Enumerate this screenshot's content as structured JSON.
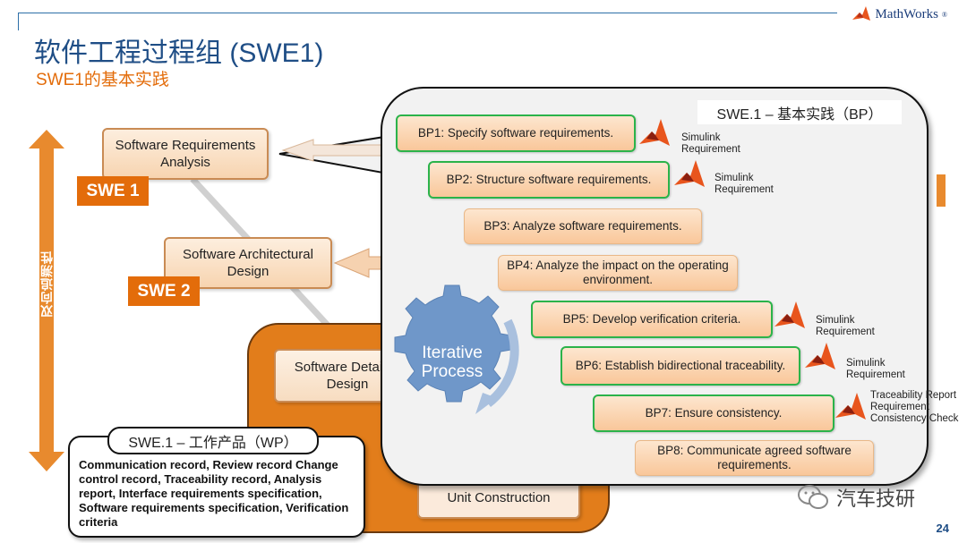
{
  "header": {
    "logo_text": "MathWorks",
    "logo_suffix": "®",
    "title": "软件工程过程组 (SWE1)",
    "subtitle": "SWE1的基本实践",
    "colors": {
      "title": "#1f4e86",
      "accent": "#e36c0a",
      "green_border": "#2bb34a"
    }
  },
  "left_diagram": {
    "axis_label": "双向追溯性",
    "swe1_node": "Software Requirements Analysis",
    "swe1_label": "SWE 1",
    "swe2_node": "Software Architectural Design",
    "swe2_label": "SWE 2",
    "swe3_node": "Software Detailed Design",
    "unit_node": "Unit Construction"
  },
  "practices": {
    "header": "SWE.1 – 基本实践（BP）",
    "gear_label": "Iterative Process",
    "items": [
      {
        "text": "BP1: Specify software requirements.",
        "tool": "Simulink Requirement",
        "highlight": true
      },
      {
        "text": "BP2: Structure software requirements.",
        "tool": "Simulink Requirement",
        "highlight": true
      },
      {
        "text": "BP3: Analyze software requirements.",
        "tool": "",
        "highlight": false
      },
      {
        "text": "BP4: Analyze the impact on the operating environment.",
        "tool": "",
        "highlight": false
      },
      {
        "text": "BP5: Develop verification criteria.",
        "tool": "Simulink Requirement",
        "highlight": true
      },
      {
        "text": "BP6: Establish bidirectional traceability.",
        "tool": "Simulink Requirement",
        "highlight": true
      },
      {
        "text": "BP7:  Ensure consistency.",
        "tool": "Traceability Report Requirement Consistency Check",
        "highlight": true
      },
      {
        "text": "BP8:  Communicate agreed software requirements.",
        "tool": "",
        "highlight": false
      }
    ]
  },
  "work_products": {
    "header": "SWE.1 – 工作产品（WP）",
    "text": "Communication record, Review record Change control record, Traceability record, Analysis report, Interface requirements specification, Software requirements specification, Verification criteria"
  },
  "footer": {
    "wechat_label": "汽车技研",
    "page_number": "24"
  }
}
